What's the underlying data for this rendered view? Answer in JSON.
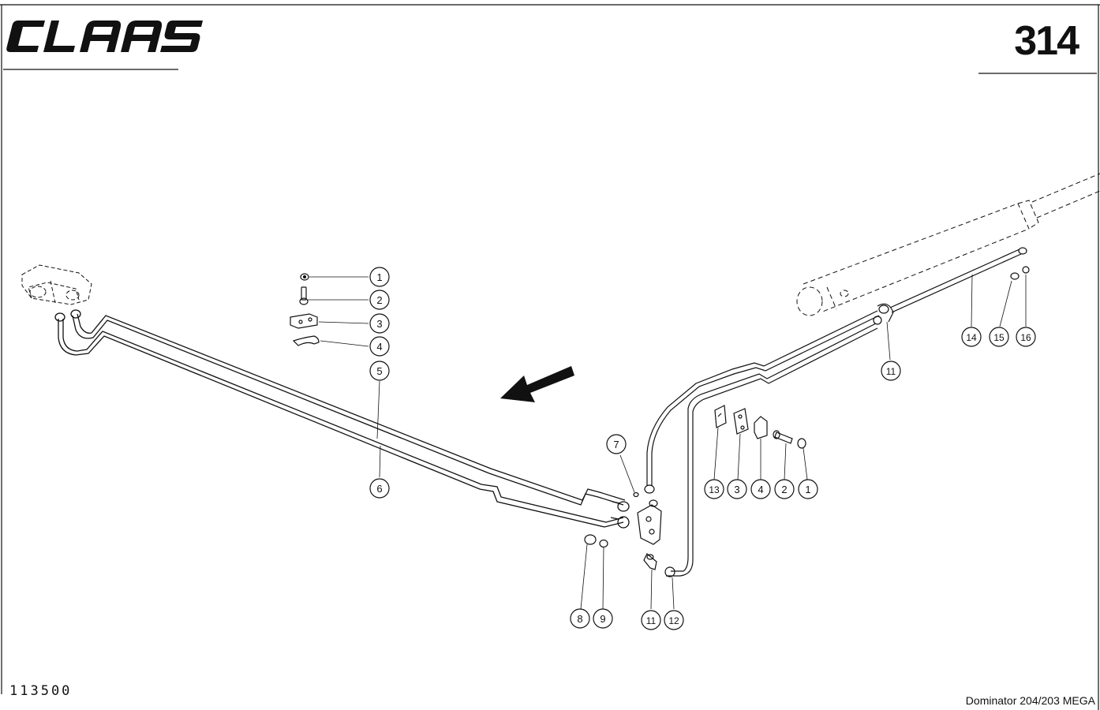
{
  "header": {
    "brand_logo": "CLAAS",
    "page_number": "314"
  },
  "footer": {
    "drawing_number": "113500",
    "model": "Dominator 204/203 MEGA"
  },
  "callouts": {
    "left_group": [
      "1",
      "2",
      "3",
      "4",
      "5",
      "6"
    ],
    "center_left": [
      "7",
      "8",
      "9"
    ],
    "center_bottom": [
      "11",
      "12"
    ],
    "right_clamp": [
      "13",
      "3",
      "4",
      "2",
      "1"
    ],
    "upper_right": [
      "11",
      "14",
      "15",
      "16"
    ]
  },
  "colors": {
    "ink": "#111111",
    "paper": "#ffffff"
  },
  "icons": {
    "direction": "arrow-left-down-icon"
  }
}
